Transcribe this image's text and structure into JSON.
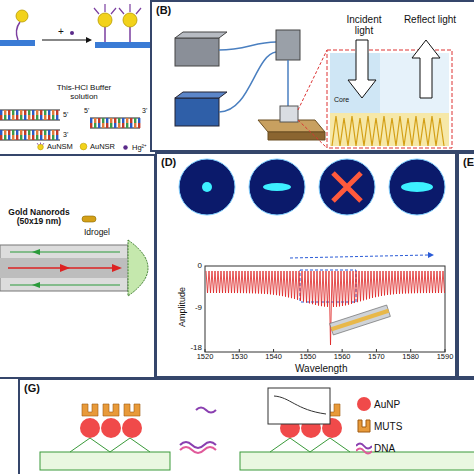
{
  "diagram": {
    "nodes": [
      {
        "text": [
          "(B)"
        ]
      },
      {
        "text": [
          "(D)"
        ]
      },
      {
        "text": [
          "(E"
        ]
      },
      {
        "text": [
          "(G)"
        ]
      }
    ],
    "labels": [
      "This-HCl Buffer solution",
      "5'",
      "3'",
      "5'",
      "3'",
      "Incident light",
      "Reflect light",
      "Core",
      "Gold Nanorods (50x19 nm)",
      "Idrogel",
      "Amplitude",
      "Wavelength",
      "0",
      "-9",
      "-18",
      "1520",
      "1530",
      "1540",
      "1550",
      "1560",
      "1570",
      "1580",
      "1590",
      "+"
    ],
    "legend": [
      {
        "text": "AuNSM"
      },
      {
        "text": "AuNSR"
      },
      {
        "text": "Hg²⁺"
      },
      {
        "text": "AuNP"
      },
      {
        "text": "MUTS"
      },
      {
        "text": "DNA"
      }
    ]
  }
}
